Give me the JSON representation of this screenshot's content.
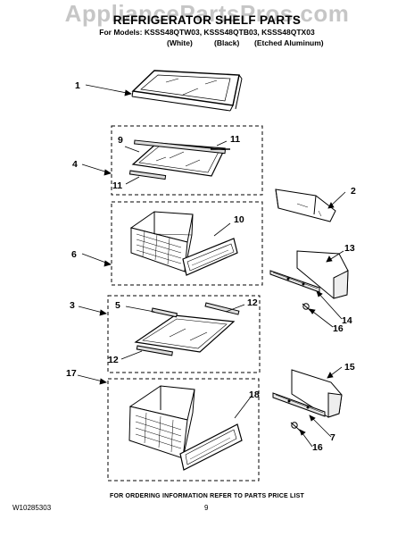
{
  "watermark": "AppliancePartsPros.com",
  "title": "REFRIGERATOR SHELF PARTS",
  "models_line": "For Models: KSSS48QTW03, KSSS48QTB03, KSSS48QTX03",
  "finishes": [
    "(White)",
    "(Black)",
    "(Etched Aluminum)"
  ],
  "callouts": [
    "1",
    "2",
    "3",
    "4",
    "5",
    "6",
    "7",
    "9",
    "10",
    "11",
    "11",
    "12",
    "12",
    "13",
    "14",
    "15",
    "16",
    "16",
    "17",
    "18"
  ],
  "footer_note": "FOR ORDERING INFORMATION REFER TO PARTS PRICE LIST",
  "doc_number": "W10285303",
  "page_number": "9"
}
